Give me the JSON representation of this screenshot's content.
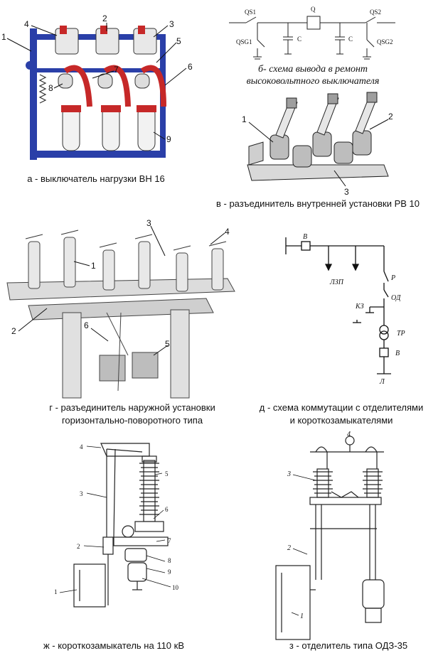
{
  "captions": {
    "a": "а - выключатель нагрузки ВН 16",
    "b_line1": "б- схема вывода в ремонт",
    "b_line2": "высоковольтного выключателя",
    "v": "в - разъединитель внутренней установки РВ 10",
    "g_line1": "г - разъединитель наружной установки",
    "g_line2": "горизонтально-поворотного типа",
    "d_line1": "д - схема коммутации с отделителями",
    "d_line2": "и короткозамыкателями",
    "zh": "ж - короткозамыкатель на 110 кВ",
    "z": "з - отделитель типа ОДЗ-35"
  },
  "diagram_a": {
    "labels": [
      "1",
      "2",
      "3",
      "4",
      "5",
      "6",
      "7",
      "8",
      "9"
    ]
  },
  "diagram_b": {
    "labels": [
      "QS1",
      "Q",
      "QS2",
      "QSG1",
      "C",
      "C",
      "QSG2"
    ]
  },
  "diagram_v": {
    "labels": [
      "1",
      "2",
      "3"
    ]
  },
  "diagram_g": {
    "labels": [
      "1",
      "2",
      "3",
      "4",
      "5",
      "6"
    ]
  },
  "diagram_d": {
    "labels": [
      "В",
      "ЛЗП",
      "Р",
      "ОД",
      "КЗ",
      "ТР",
      "В",
      "Л"
    ]
  },
  "diagram_zh": {
    "labels": [
      "1",
      "2",
      "3",
      "4",
      "5",
      "6",
      "7",
      "8",
      "9",
      "10"
    ]
  },
  "diagram_z": {
    "labels": [
      "1",
      "2",
      "3",
      "4"
    ]
  },
  "colors": {
    "frame_blue": "#2a3fa8",
    "insulator_red": "#c62828",
    "line": "#222222"
  }
}
